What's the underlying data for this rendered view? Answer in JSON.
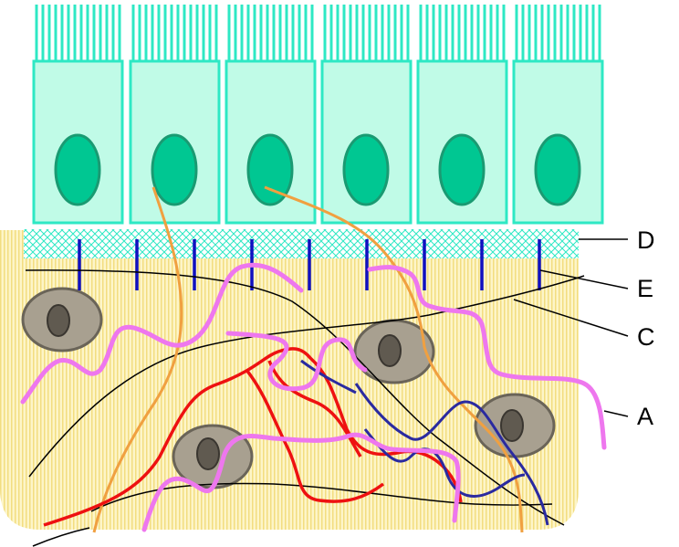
{
  "labels": {
    "D": "D",
    "E": "E",
    "C": "C",
    "A": "A"
  },
  "colors": {
    "cell_fill": "#c0fbe7",
    "cell_stroke": "#2ee8c4",
    "nucleus_fill": "#00c792",
    "nucleus_stroke": "#1a9a72",
    "basement_membrane": "#2ee8c4",
    "connective_tissue": "#fbf1b8",
    "elastic_fiber_pink": "#ee77ee",
    "collagen_red": "#ee1111",
    "blue_fiber": "#2a2aa0",
    "orange_fiber": "#f0a040",
    "anchoring_fibril": "#1010c0",
    "fibroblast_fill": "#a8a090",
    "fibroblast_nucleus": "#605a50",
    "leader_lines": "#000000"
  },
  "structures": {
    "epithelial_cell_count": 6,
    "fibroblast_count": 4,
    "anchoring_fibril_count": 9
  }
}
